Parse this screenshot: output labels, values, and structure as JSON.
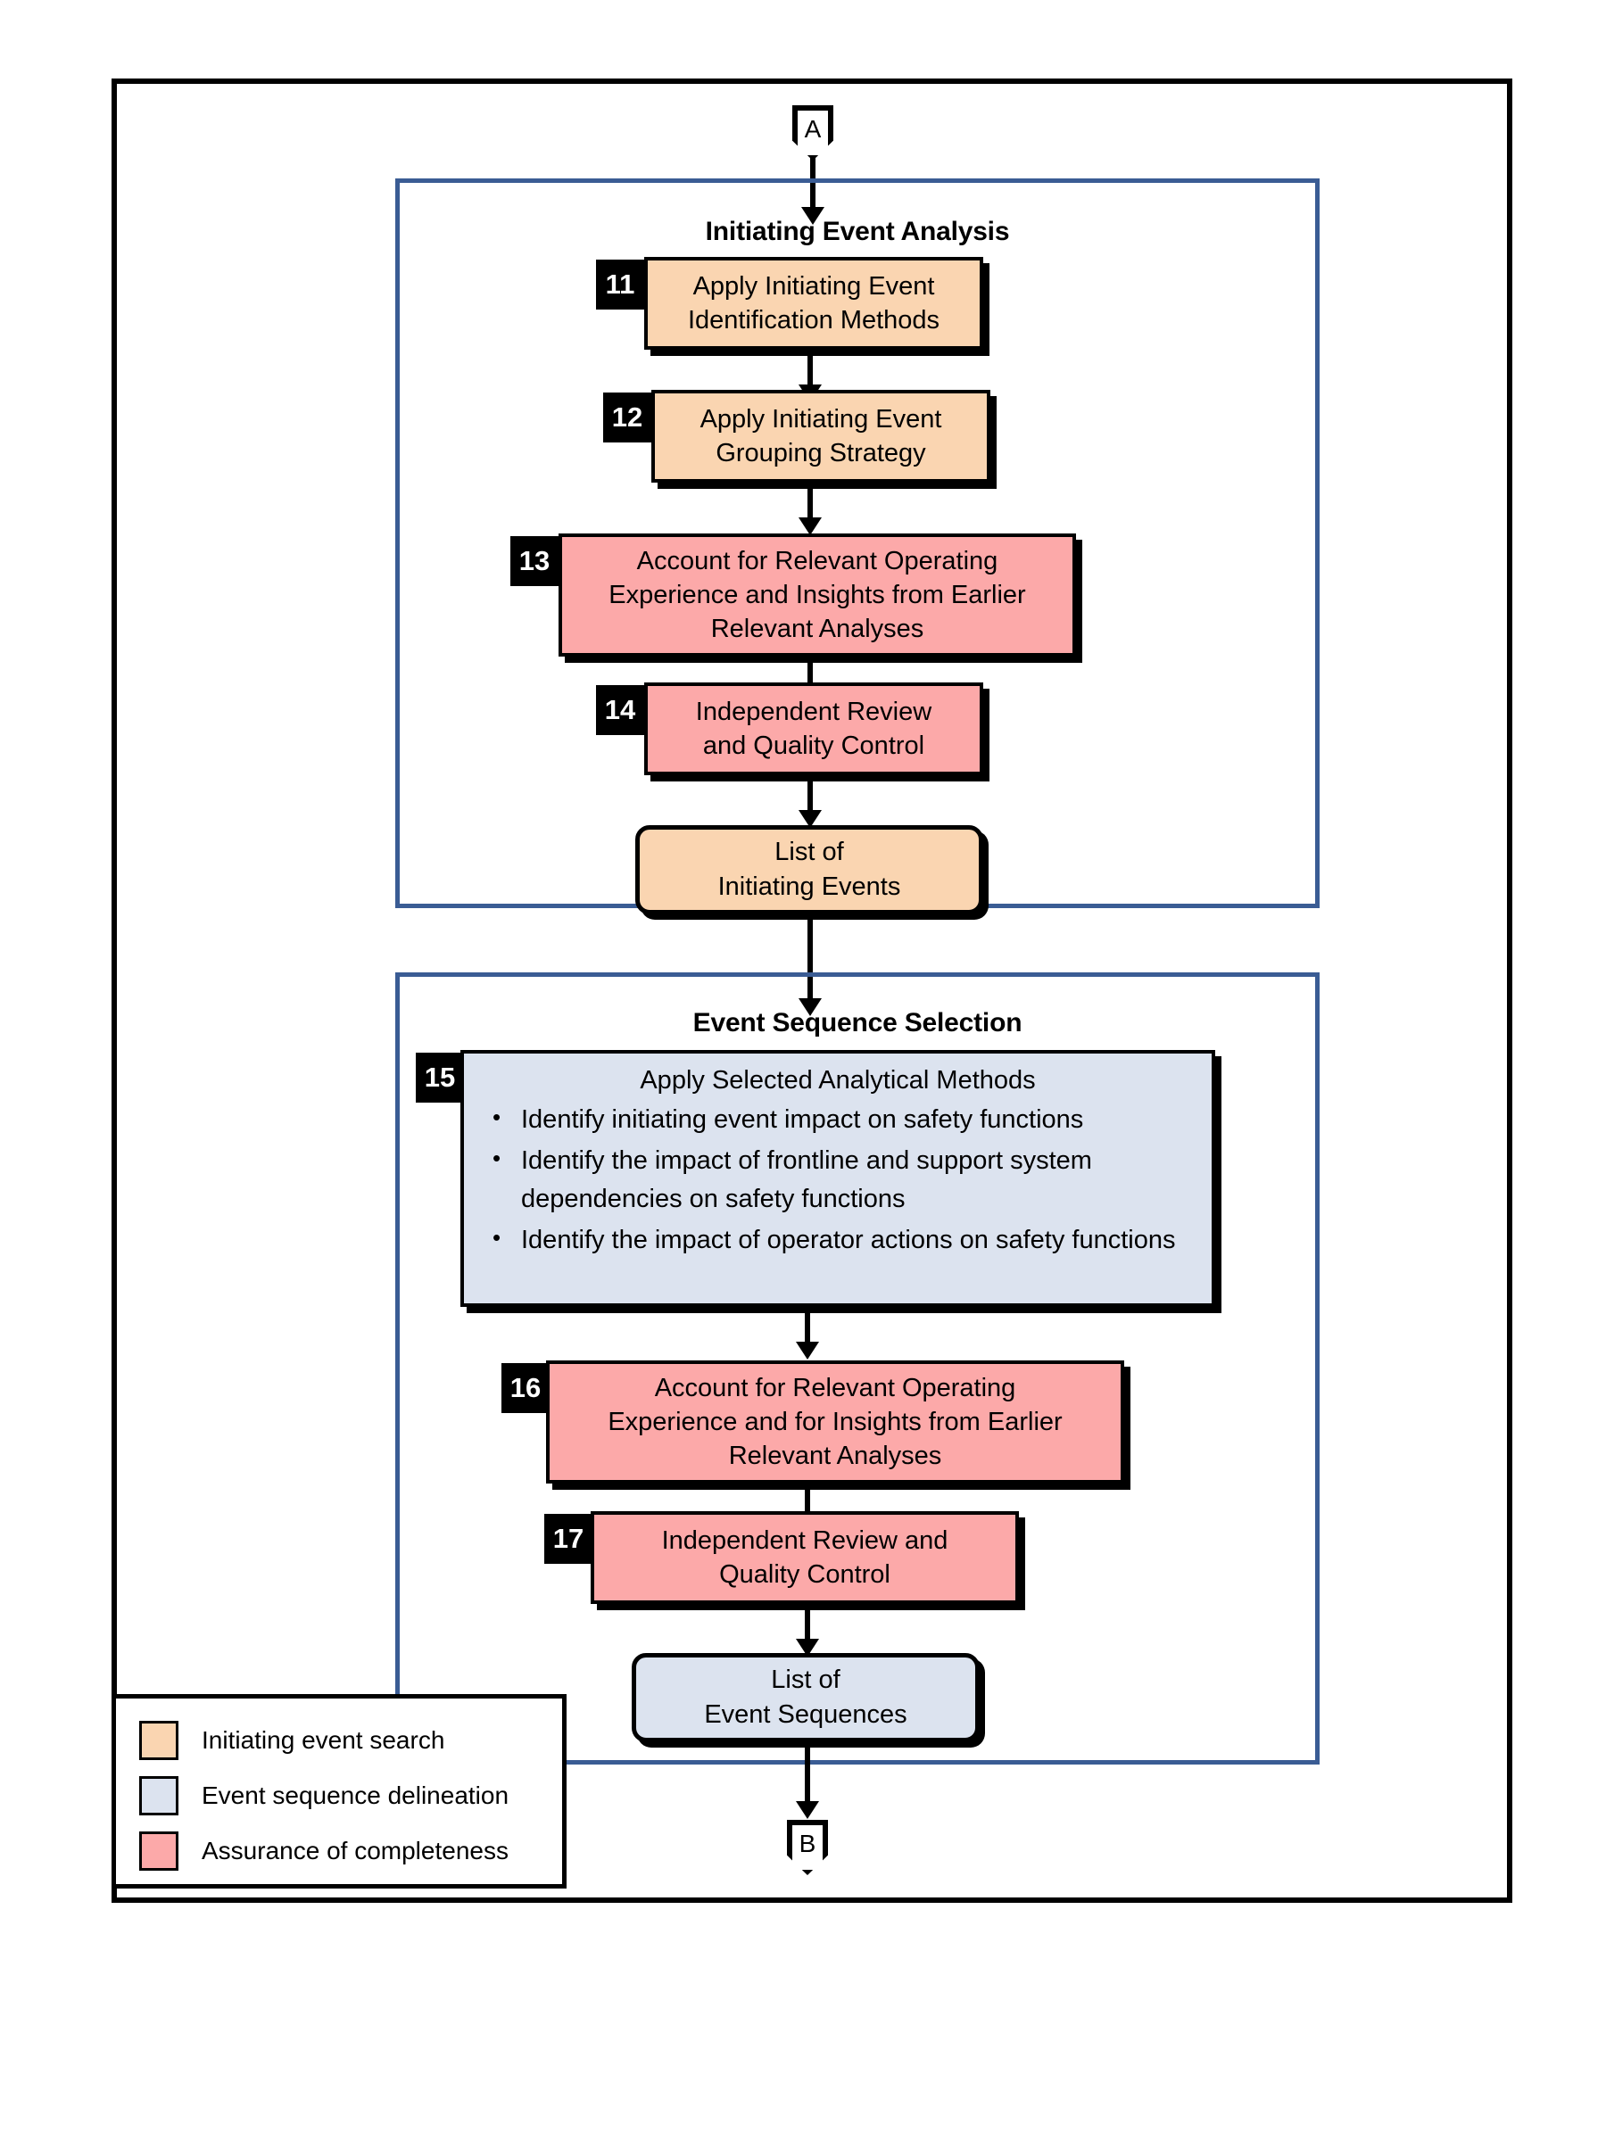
{
  "connectors": {
    "top": {
      "label": "A",
      "name": "connector-a"
    },
    "bottom": {
      "label": "B",
      "name": "connector-b"
    }
  },
  "groups": [
    {
      "id": "initiating-event-analysis",
      "title": "Initiating Event Analysis",
      "steps": [
        {
          "number": "11",
          "text": "Apply Initiating Event\nIdentification Methods",
          "line1": "Apply Initiating Event",
          "line2": "Identification Methods",
          "category": "initiating-event-search",
          "color": "#FAD5B1"
        },
        {
          "number": "12",
          "text": "Apply Initiating Event\nGrouping Strategy",
          "line1": "Apply Initiating Event",
          "line2": "Grouping Strategy",
          "category": "initiating-event-search",
          "color": "#FAD5B1"
        },
        {
          "number": "13",
          "text": "Account for Relevant Operating Experience and Insights from Earlier Relevant Analyses",
          "line1": "Account for Relevant Operating",
          "line2": "Experience and Insights from Earlier",
          "line3": "Relevant Analyses",
          "category": "assurance-of-completeness",
          "color": "#FCA9A9"
        },
        {
          "number": "14",
          "text": "Independent Review and Quality Control",
          "line1": "Independent Review",
          "line2": "and Quality Control",
          "category": "assurance-of-completeness",
          "color": "#FCA9A9"
        }
      ],
      "output": {
        "line1": "List of",
        "line2": "Initiating Events",
        "category": "initiating-event-search",
        "color": "#FAD5B1"
      }
    },
    {
      "id": "event-sequence-selection",
      "title": "Event Sequence Selection",
      "steps": [
        {
          "number": "15",
          "heading": "Apply Selected Analytical Methods",
          "bullets": [
            "Identify initiating event impact on safety functions",
            "Identify the impact of frontline and support system dependencies on safety functions",
            "Identify the impact of operator actions on safety functions"
          ],
          "category": "event-sequence-delineation",
          "color": "#DCE3EF"
        },
        {
          "number": "16",
          "text": "Account for Relevant Operating Experience and for Insights from Earlier Relevant Analyses",
          "line1": "Account for Relevant Operating",
          "line2": "Experience and for Insights from Earlier",
          "line3": "Relevant Analyses",
          "category": "assurance-of-completeness",
          "color": "#FCA9A9"
        },
        {
          "number": "17",
          "text": "Independent Review and Quality Control",
          "line1": "Independent Review and",
          "line2": "Quality Control",
          "category": "assurance-of-completeness",
          "color": "#FCA9A9"
        }
      ],
      "output": {
        "line1": "List of",
        "line2": "Event Sequences",
        "category": "event-sequence-delineation",
        "color": "#DCE3EF"
      }
    }
  ],
  "legend": {
    "items": [
      {
        "label": "Initiating event search",
        "color": "#FAD5B1"
      },
      {
        "label": "Event sequence delineation",
        "color": "#DCE3EF"
      },
      {
        "label": "Assurance of completeness",
        "color": "#FCA9A9"
      }
    ]
  },
  "palette": {
    "initiating_event_search": "#FAD5B1",
    "event_sequence_delineation": "#DCE3EF",
    "assurance_of_completeness": "#FCA9A9",
    "group_border": "#3A5C94",
    "line": "#000000"
  }
}
